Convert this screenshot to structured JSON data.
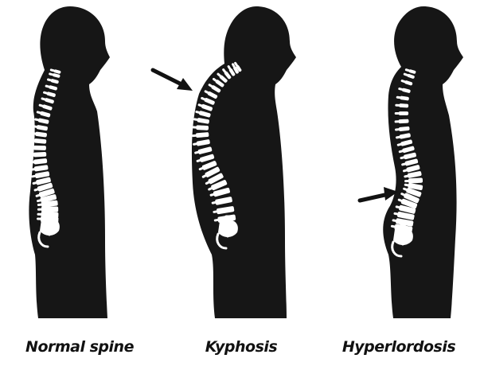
{
  "colors": {
    "silhouette": "#161616",
    "bone": "#ffffff",
    "arrow": "#111111",
    "background": "#ffffff"
  },
  "figures": [
    {
      "id": "normal",
      "label": "Normal spine",
      "arrow": false
    },
    {
      "id": "kyphosis",
      "label": "Kyphosis",
      "arrow": true,
      "arrow_points_to": "upper-back"
    },
    {
      "id": "hyperlordosis",
      "label": "Hyperlordosis",
      "arrow": true,
      "arrow_points_to": "lower-back"
    }
  ],
  "icons": {
    "arrow": "arrow-right-icon"
  }
}
